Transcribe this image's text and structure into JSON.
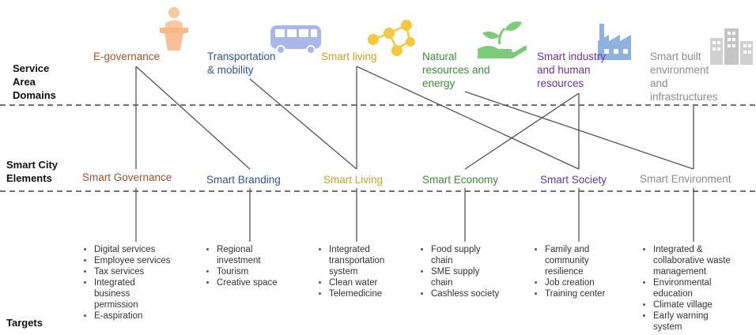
{
  "rows": {
    "service_area": "Service\nArea\nDomains",
    "smart_city": "Smart City\nElements",
    "targets": "Targets"
  },
  "domains": [
    {
      "label": "E-governance",
      "color": "#a0522d",
      "icon": "speaker-podium-icon"
    },
    {
      "label": "Transportation\n& mobility",
      "color": "#2f5597",
      "icon": "bus-icon"
    },
    {
      "label": "Smart living",
      "color": "#c9a227",
      "icon": "people-network-icon"
    },
    {
      "label": "Natural\nresources and\nenergy",
      "color": "#3d8b37",
      "icon": "hand-plant-icon"
    },
    {
      "label": "Smart industry\nand human\nresources",
      "color": "#7030a0",
      "icon": "factory-icon"
    },
    {
      "label": "Smart built\nenvironment\nand\ninfrastructures",
      "color": "#8c8c8c",
      "icon": "buildings-icon"
    }
  ],
  "elements": [
    {
      "label": "Smart Governance",
      "color": "#a0522d"
    },
    {
      "label": "Smart Branding",
      "color": "#2f5597"
    },
    {
      "label": "Smart Living",
      "color": "#c9a227"
    },
    {
      "label": "Smart Economy",
      "color": "#3d8b37"
    },
    {
      "label": "Smart Society",
      "color": "#7030a0"
    },
    {
      "label": "Smart Environment",
      "color": "#8c8c8c"
    }
  ],
  "targets": [
    [
      "Digital services",
      "Employee services",
      "Tax services",
      "Integrated business permission",
      "E-aspiration"
    ],
    [
      "Regional investment",
      "Tourism",
      "Creative space"
    ],
    [
      "Integrated transportation system",
      "Clean water",
      "Telemedicine"
    ],
    [
      "Food supply chain",
      "SME supply chain",
      "Cashless society"
    ],
    [
      "Family and community resilience",
      "Job creation",
      "Training center"
    ],
    [
      "Integrated & collaborative waste management",
      "Environmental education",
      "Climate village",
      "Early warning system"
    ]
  ],
  "colors": {
    "line": "#555555",
    "dash": "#444444"
  }
}
